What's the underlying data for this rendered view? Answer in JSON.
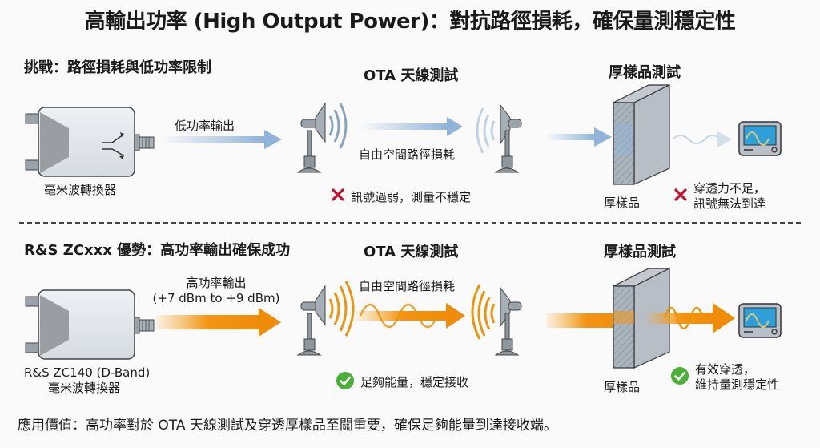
{
  "title": "高輸出功率 (High Output Power)：對抗路徑損耗，確保量測穩定性",
  "challenge": {
    "heading": "挑戰：路徑損耗與低功率限制",
    "converter_label": "毫米波轉換器",
    "output_label": "低功率輸出",
    "ota": {
      "heading": "OTA 天線測試",
      "path_loss_label": "自由空間路徑損耗",
      "result_icon": "cross-icon",
      "result_text": "訊號過弱，測量不穩定"
    },
    "thick": {
      "heading": "厚樣品測試",
      "sample_label": "厚樣品",
      "result_icon": "cross-icon",
      "result_line1": "穿透力不足，",
      "result_line2": "訊號無法到達"
    }
  },
  "advantage": {
    "heading": "R&S ZCxxx 優勢：高功率輸出確保成功",
    "converter_model": "R&S ZC140 (D-Band)",
    "converter_label": "毫米波轉換器",
    "output_label": "高功率輸出",
    "output_range": "(+7 dBm to +9 dBm)",
    "ota": {
      "heading": "OTA 天線測試",
      "path_loss_label": "自由空間路徑損耗",
      "result_icon": "check-icon",
      "result_text": "足夠能量，穩定接收"
    },
    "thick": {
      "heading": "厚樣品測試",
      "sample_label": "厚樣品",
      "result_icon": "check-icon",
      "result_line1": "有效穿透，",
      "result_line2": "維持量測穩定性"
    }
  },
  "footer": "應用價值：高功率對於 OTA 天線測試及穿透厚樣品至關重要，確保足夠能量到達接收端。",
  "colors": {
    "low_power_blue": "#8fb3d9",
    "high_power_orange": "#f0900a",
    "fail_red": "#c8102e",
    "success_green": "#4caf3a",
    "monitor_screen": "#2f9fd8"
  }
}
